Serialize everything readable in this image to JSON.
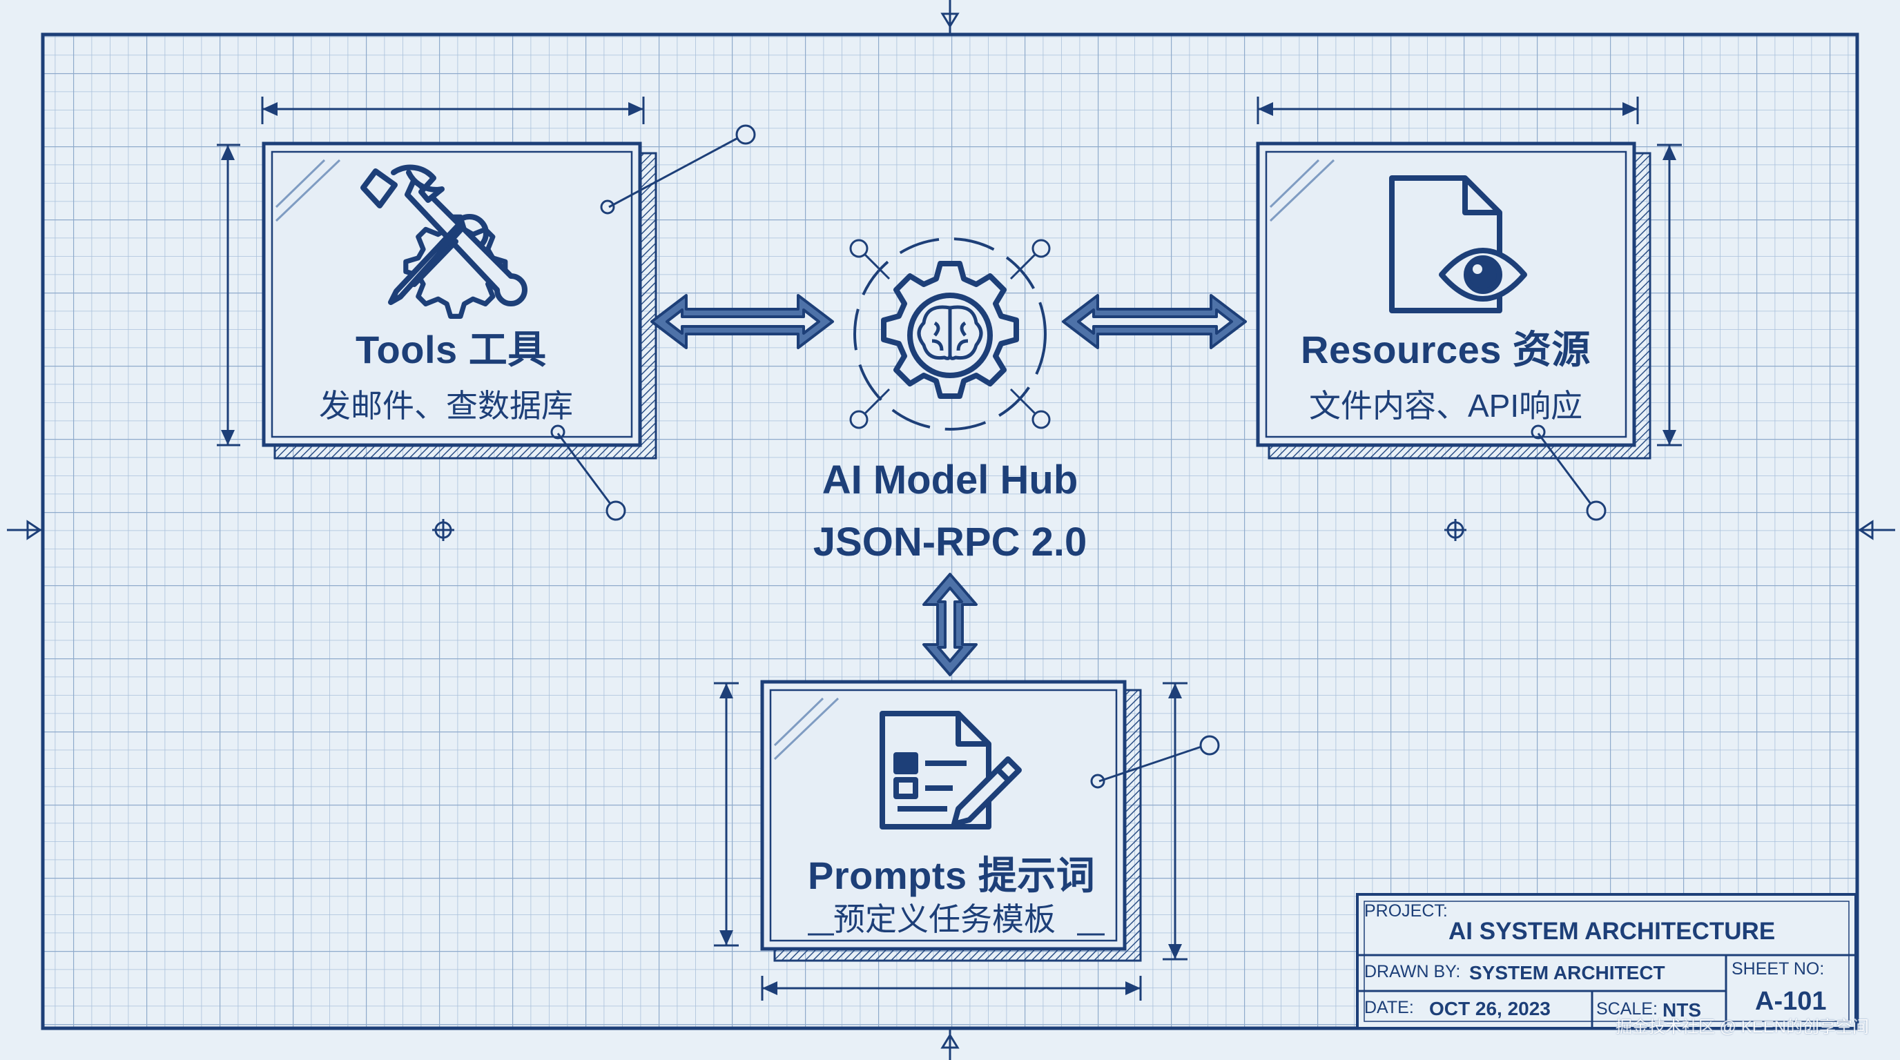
{
  "nodes": {
    "tools": {
      "title": "Tools 工具",
      "subtitle": "发邮件、查数据库",
      "icon": "wrench-gear-icon"
    },
    "resources": {
      "title": "Resources 资源",
      "subtitle": "文件内容、API响应",
      "icon": "document-eye-icon"
    },
    "prompts": {
      "title": "Prompts 提示词",
      "subtitle": "预定义任务模板",
      "icon": "form-pencil-icon"
    },
    "hub": {
      "title": "AI Model Hub",
      "protocol": "JSON-RPC 2.0",
      "icon": "brain-gear-icon"
    }
  },
  "title_block": {
    "project_label": "PROJECT:",
    "project_value": "AI SYSTEM ARCHITECTURE",
    "drawn_by_label": "DRAWN BY:",
    "drawn_by_value": "SYSTEM ARCHITECT",
    "sheet_label": "SHEET NO:",
    "sheet_value": "A-101",
    "date_label": "DATE:",
    "date_value": "OCT 26, 2023",
    "scale_label": "SCALE:",
    "scale_value": "NTS"
  },
  "watermark": "掘金技术社区 @ KEEN的创享空间",
  "colors": {
    "ink": "#1d3f78",
    "paper": "#e8f0f7",
    "grid": "#a9c0db"
  }
}
